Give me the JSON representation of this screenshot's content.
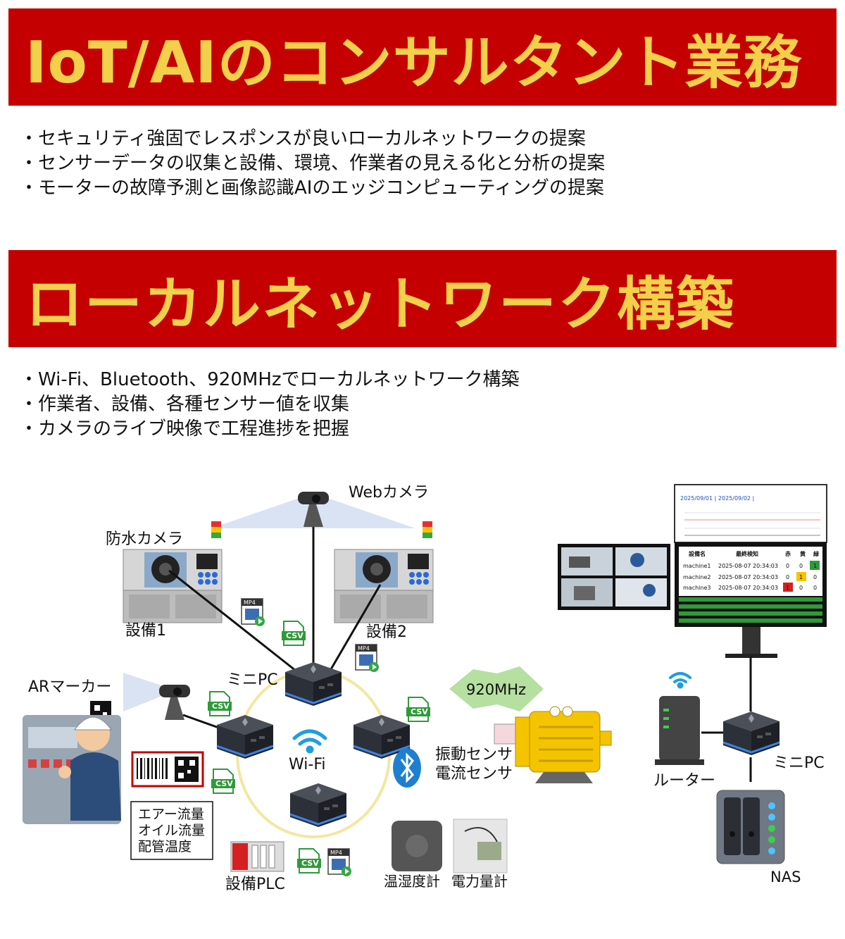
{
  "sections": [
    {
      "title": "IoT/AIのコンサルタント業務",
      "bullets": [
        "セキュリティ強固でレスポンスが良いローカルネットワークの提案",
        "センサーデータの収集と設備、環境、作業者の見える化と分析の提案",
        "モーターの故障予測と画像認識AIのエッジコンピューティングの提案"
      ]
    },
    {
      "title": "ローカルネットワーク構築",
      "bullets": [
        "Wi-Fi、Bluetooth、920MHzでローカルネットワーク構築",
        "作業者、設備、各種センサー値を収集",
        "カメラのライブ映像で工程進捗を把握"
      ]
    }
  ],
  "diagram": {
    "labels": {
      "web_camera": "Webカメラ",
      "waterproof_camera": "防水カメラ",
      "equipment1": "設備1",
      "equipment2": "設備2",
      "mini_pc": "ミニPC",
      "ar_marker": "ARマーカー",
      "wifi": "Wi-Fi",
      "band_920": "920MHz",
      "vibration_sensor": "振動センサ",
      "current_sensor": "電流センサ",
      "router": "ルーター",
      "mini_pc_right": "ミニPC",
      "nas": "NAS",
      "thermo_hygrometer": "温湿度計",
      "power_meter": "電力量計",
      "plc": "設備PLC",
      "sensor_box": [
        "エアー流量",
        "オイル流量",
        "配管温度"
      ],
      "file_csv": "CSV",
      "file_mp4": "MP4"
    },
    "monitor": {
      "date_links": "2025/09/01 | 2025/09/02 |",
      "headers": [
        "設備名",
        "最終検知",
        "赤",
        "黄",
        "緑"
      ],
      "rows": [
        {
          "name": "machine1",
          "time": "2025-08-07 20:34:03",
          "red": "0",
          "yellow": "0",
          "green": "1"
        },
        {
          "name": "machine2",
          "time": "2025-08-07 20:34:03",
          "red": "0",
          "yellow": "1",
          "green": "0"
        },
        {
          "name": "machine3",
          "time": "2025-08-07 20:34:03",
          "red": "1",
          "yellow": "0",
          "green": "0"
        }
      ]
    },
    "colors": {
      "banner": "#c40000",
      "banner_text": "#f2d04a",
      "accent_blue": "#1e7fd0",
      "motor_yellow": "#f5c400",
      "band_green": "#b5e0a0"
    }
  }
}
